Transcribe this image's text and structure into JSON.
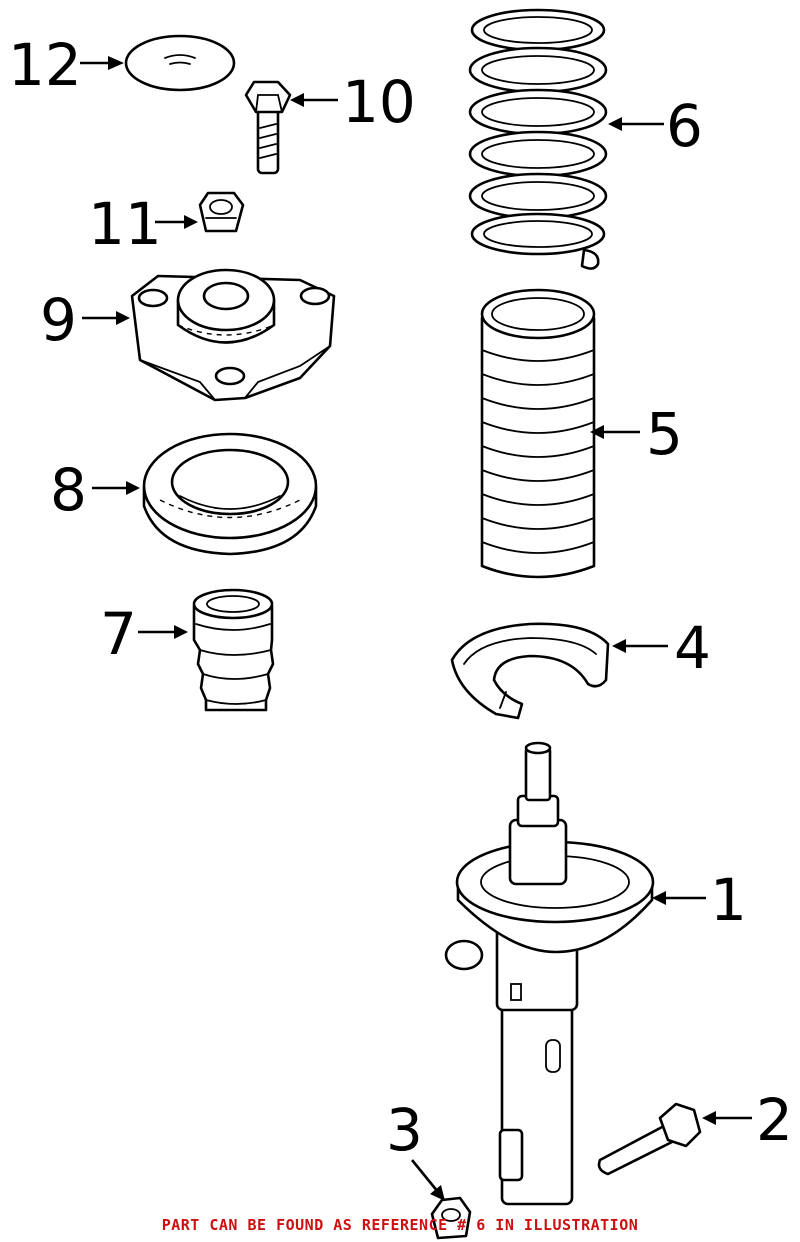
{
  "diagram": {
    "callouts": [
      {
        "id": "1",
        "label": "1"
      },
      {
        "id": "2",
        "label": "2"
      },
      {
        "id": "3",
        "label": "3"
      },
      {
        "id": "4",
        "label": "4"
      },
      {
        "id": "5",
        "label": "5"
      },
      {
        "id": "6",
        "label": "6"
      },
      {
        "id": "7",
        "label": "7"
      },
      {
        "id": "8",
        "label": "8"
      },
      {
        "id": "9",
        "label": "9"
      },
      {
        "id": "10",
        "label": "10"
      },
      {
        "id": "11",
        "label": "11"
      },
      {
        "id": "12",
        "label": "12"
      }
    ],
    "note": "PART CAN BE FOUND AS REFERENCE # 6 IN ILLUSTRATION",
    "note_color": "#cc1111"
  }
}
